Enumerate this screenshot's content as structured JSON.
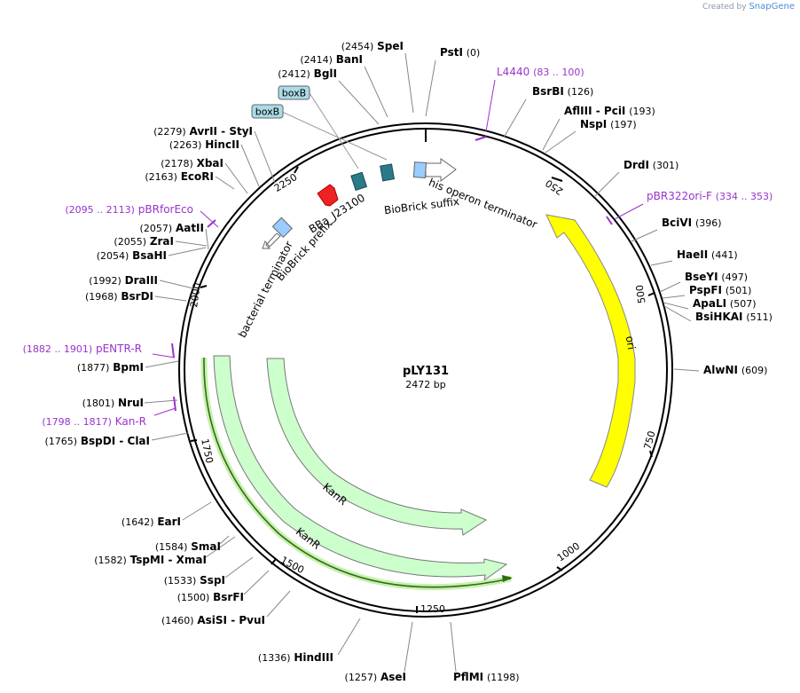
{
  "credit": {
    "prefix": "Created by",
    "brand": "SnapGene"
  },
  "plasmid": {
    "name": "pLY131",
    "size_label": "2472 bp",
    "length": 2472
  },
  "ticks": [
    "250",
    "500",
    "750",
    "1000",
    "1250",
    "1500",
    "1750",
    "2000",
    "2250"
  ],
  "sites": [
    {
      "pos": "(0)",
      "name": "PstI",
      "align": "pos-after"
    },
    {
      "pos": "(126)",
      "name": "BsrBI",
      "align": "start"
    },
    {
      "pos": "(193)",
      "name": "AflIII - PciI",
      "align": "start"
    },
    {
      "pos": "(197)",
      "name": "NspI",
      "align": "start"
    },
    {
      "pos": "(301)",
      "name": "DrdI",
      "align": "start"
    },
    {
      "pos": "(396)",
      "name": "BciVI",
      "align": "start"
    },
    {
      "pos": "(441)",
      "name": "HaeII",
      "align": "start"
    },
    {
      "pos": "(497)",
      "name": "BseYI",
      "align": "start"
    },
    {
      "pos": "(501)",
      "name": "PspFI",
      "align": "start"
    },
    {
      "pos": "(507)",
      "name": "ApaLI",
      "align": "start"
    },
    {
      "pos": "(511)",
      "name": "BsiHKAI",
      "align": "start"
    },
    {
      "pos": "(609)",
      "name": "AlwNI",
      "align": "start"
    },
    {
      "pos": "(1198)",
      "name": "PflMI",
      "align": "start"
    },
    {
      "pos": "(1257)",
      "name": "AseI",
      "align": "end"
    },
    {
      "pos": "(1336)",
      "name": "HindIII",
      "align": "end"
    },
    {
      "pos": "(1460)",
      "name": "AsiSI - PvuI",
      "align": "end"
    },
    {
      "pos": "(1500)",
      "name": "BsrFI",
      "align": "end"
    },
    {
      "pos": "(1533)",
      "name": "SspI",
      "align": "end"
    },
    {
      "pos": "(1582)",
      "name": "TspMI - XmaI",
      "align": "end"
    },
    {
      "pos": "(1584)",
      "name": "SmaI",
      "align": "end"
    },
    {
      "pos": "(1642)",
      "name": "EarI",
      "align": "end"
    },
    {
      "pos": "(1765)",
      "name": "BspDI - ClaI",
      "align": "end"
    },
    {
      "pos": "(1801)",
      "name": "NruI",
      "align": "end"
    },
    {
      "pos": "(1877)",
      "name": "BpmI",
      "align": "end"
    },
    {
      "pos": "(1968)",
      "name": "BsrDI",
      "align": "end"
    },
    {
      "pos": "(1992)",
      "name": "DraIII",
      "align": "end"
    },
    {
      "pos": "(2054)",
      "name": "BsaHI",
      "align": "end"
    },
    {
      "pos": "(2055)",
      "name": "ZraI",
      "align": "end"
    },
    {
      "pos": "(2057)",
      "name": "AatII",
      "align": "end"
    },
    {
      "pos": "(2163)",
      "name": "EcoRI",
      "align": "end"
    },
    {
      "pos": "(2178)",
      "name": "XbaI",
      "align": "end"
    },
    {
      "pos": "(2263)",
      "name": "HincII",
      "align": "end"
    },
    {
      "pos": "(2279)",
      "name": "AvrII - StyI",
      "align": "end"
    },
    {
      "pos": "(2412)",
      "name": "BglI",
      "align": "end"
    },
    {
      "pos": "(2414)",
      "name": "BanI",
      "align": "end"
    },
    {
      "pos": "(2454)",
      "name": "SpeI",
      "align": "end"
    }
  ],
  "primers": [
    {
      "name": "L4440",
      "range": "(83 .. 100)",
      "align": "start"
    },
    {
      "name": "pBR322ori-F",
      "range": "(334 .. 353)",
      "align": "start"
    },
    {
      "name": "pBRforEco",
      "range": "(2095 .. 2113)",
      "align": "end"
    },
    {
      "name": "pENTR-R",
      "range": "(1882 .. 1901)",
      "align": "end"
    },
    {
      "name": "Kan-R",
      "range": "(1798 .. 1817)",
      "align": "end"
    }
  ],
  "features": [
    {
      "name": "ori",
      "kind": "rep_origin",
      "color": "#ffff00"
    },
    {
      "name": "KanR",
      "kind": "cds",
      "color": "#ccffcc"
    },
    {
      "name": "KanR",
      "kind": "cds-highlighted",
      "color": "#ccffcc"
    },
    {
      "name": "his operon terminator",
      "kind": "terminator",
      "color": "#ffffff"
    },
    {
      "name": "BioBrick suffix",
      "kind": "misc",
      "color": "#99ccff"
    },
    {
      "name": "BBa_J23100",
      "kind": "promoter",
      "color": "#ee2222"
    },
    {
      "name": "BioBrick prefix",
      "kind": "misc",
      "color": "#99ccff"
    },
    {
      "name": "bacterial terminator",
      "kind": "terminator",
      "color": "#ffffff"
    },
    {
      "name": "boxB",
      "kind": "protein_bind",
      "color": "#2a7a8a"
    },
    {
      "name": "boxB",
      "kind": "protein_bind",
      "color": "#2a7a8a"
    }
  ],
  "colors": {
    "primer": "#9933cc",
    "backbone": "#000000",
    "site_line": "#888888"
  }
}
